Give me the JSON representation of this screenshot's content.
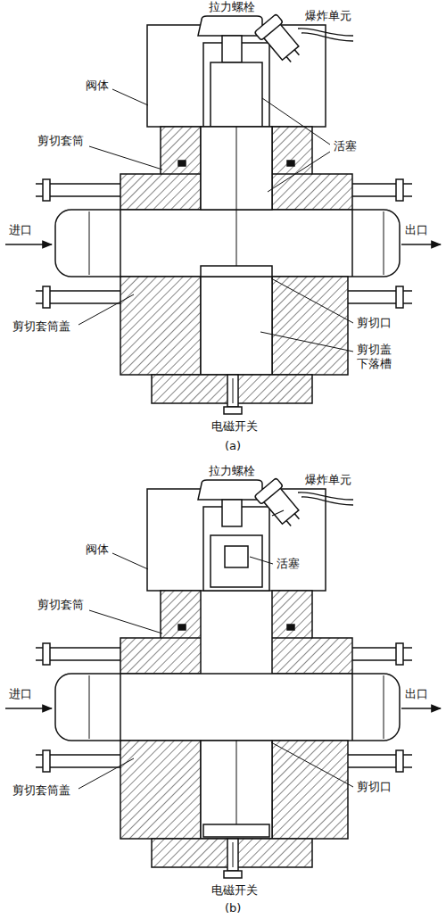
{
  "diagram": {
    "labels": [
      "拉力螺栓",
      "爆炸单元",
      "阀体",
      "剪切套筒",
      "活塞",
      "进口",
      "出口",
      "剪切套筒盖",
      "剪切口",
      "剪切盖 下落槽",
      "电磁开关",
      "(a)",
      "拉力螺栓",
      "爆炸单元",
      "阀体",
      "剪切套筒",
      "活塞",
      "进口",
      "出口",
      "剪切套筒盖",
      "剪切口",
      "电磁开关",
      "(b)"
    ]
  }
}
